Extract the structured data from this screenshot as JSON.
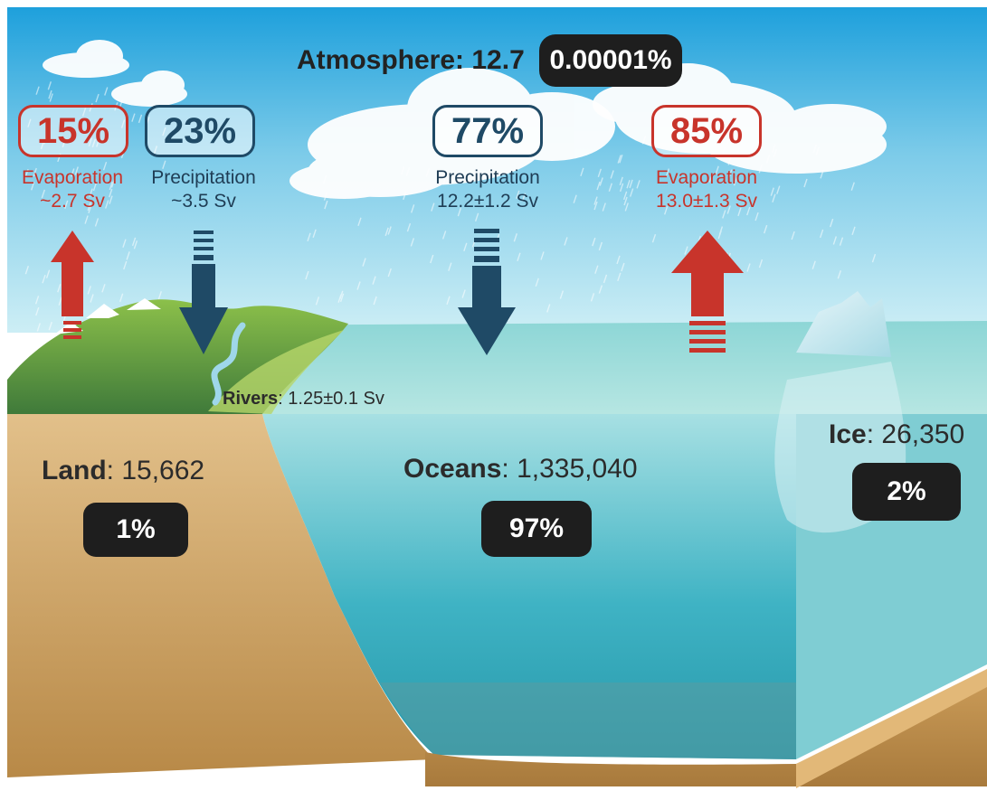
{
  "atmosphere": {
    "name": "Atmosphere",
    "value": "12.7",
    "percent": "0.00001%"
  },
  "fluxes": {
    "land_evaporation": {
      "percent": "15%",
      "label": "Evaporation",
      "amount": "~2.7 Sv"
    },
    "land_precipitation": {
      "percent": "23%",
      "label": "Precipitation",
      "amount": "~3.5 Sv"
    },
    "ocean_precipitation": {
      "percent": "77%",
      "label": "Precipitation",
      "amount": "12.2±1.2 Sv"
    },
    "ocean_evaporation": {
      "percent": "85%",
      "label": "Evaporation",
      "amount": "13.0±1.3 Sv"
    }
  },
  "rivers": {
    "name": "Rivers",
    "amount": "1.25±0.1 Sv"
  },
  "reservoirs": {
    "land": {
      "name": "Land",
      "value": "15,662",
      "percent": "1%"
    },
    "oceans": {
      "name": "Oceans",
      "value": "1,335,040",
      "percent": "97%"
    },
    "ice": {
      "name": "Ice",
      "value": "26,350",
      "percent": "2%"
    }
  },
  "colors": {
    "evaporation": "#c8342b",
    "precipitation": "#1f4a66",
    "sky_top": "#2aa3dc",
    "ocean": "#66c6cf",
    "land": "#d4a86c",
    "label_box": "#1e1e1e"
  }
}
